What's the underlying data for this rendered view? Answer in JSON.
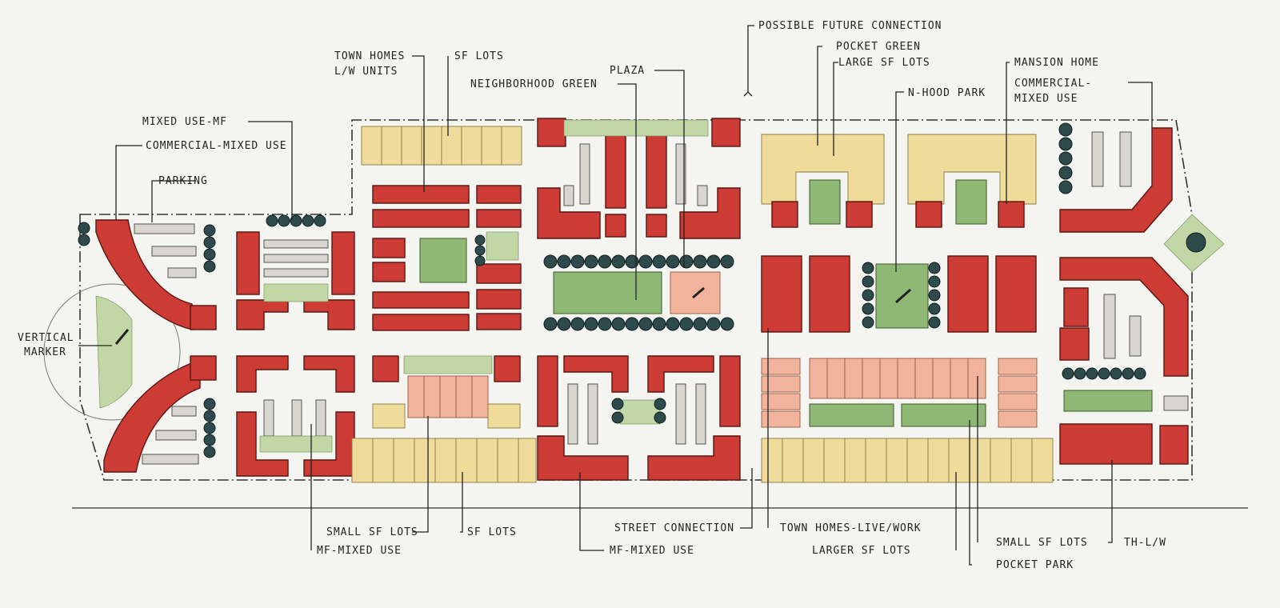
{
  "labels": {
    "possible_future_connection": "POSSIBLE FUTURE CONNECTION",
    "town_homes_lw_units": [
      "TOWN HOMES",
      "L/W UNITS"
    ],
    "sf_lots_top": "SF LOTS",
    "pocket_green": "POCKET GREEN",
    "large_sf_lots": "LARGE SF LOTS",
    "plaza": "PLAZA",
    "neighborhood_green": "NEIGHBORHOOD GREEN",
    "n_hood_park": "N-HOOD PARK",
    "mansion_home": "MANSION HOME",
    "commercial_mixed_use_right": [
      "COMMERCIAL-",
      "MIXED USE"
    ],
    "mixed_use_mf": "MIXED USE-MF",
    "commercial_mixed_use_left": "COMMERCIAL-MIXED USE",
    "parking": "PARKING",
    "vertical_marker": [
      "VERTICAL",
      "MARKER"
    ],
    "small_sf_lots_left": "SMALL SF LOTS",
    "sf_lots_bottom": "SF LOTS",
    "mf_mixed_use_left": "MF-MIXED USE",
    "street_connection": "STREET CONNECTION",
    "mf_mixed_use_mid": "MF-MIXED USE",
    "town_homes_live_work": "TOWN HOMES-LIVE/WORK",
    "larger_sf_lots": "LARGER SF LOTS",
    "small_sf_lots_right": "SMALL SF LOTS",
    "pocket_park": "POCKET PARK",
    "th_lw": "TH-L/W"
  },
  "colors": {
    "building": "#cc3b34",
    "sf_lot_yellow": "#f0dc9a",
    "sf_lot_pink": "#f2b39c",
    "green_space": "#8fb874",
    "tree": "#2e4a4a"
  }
}
